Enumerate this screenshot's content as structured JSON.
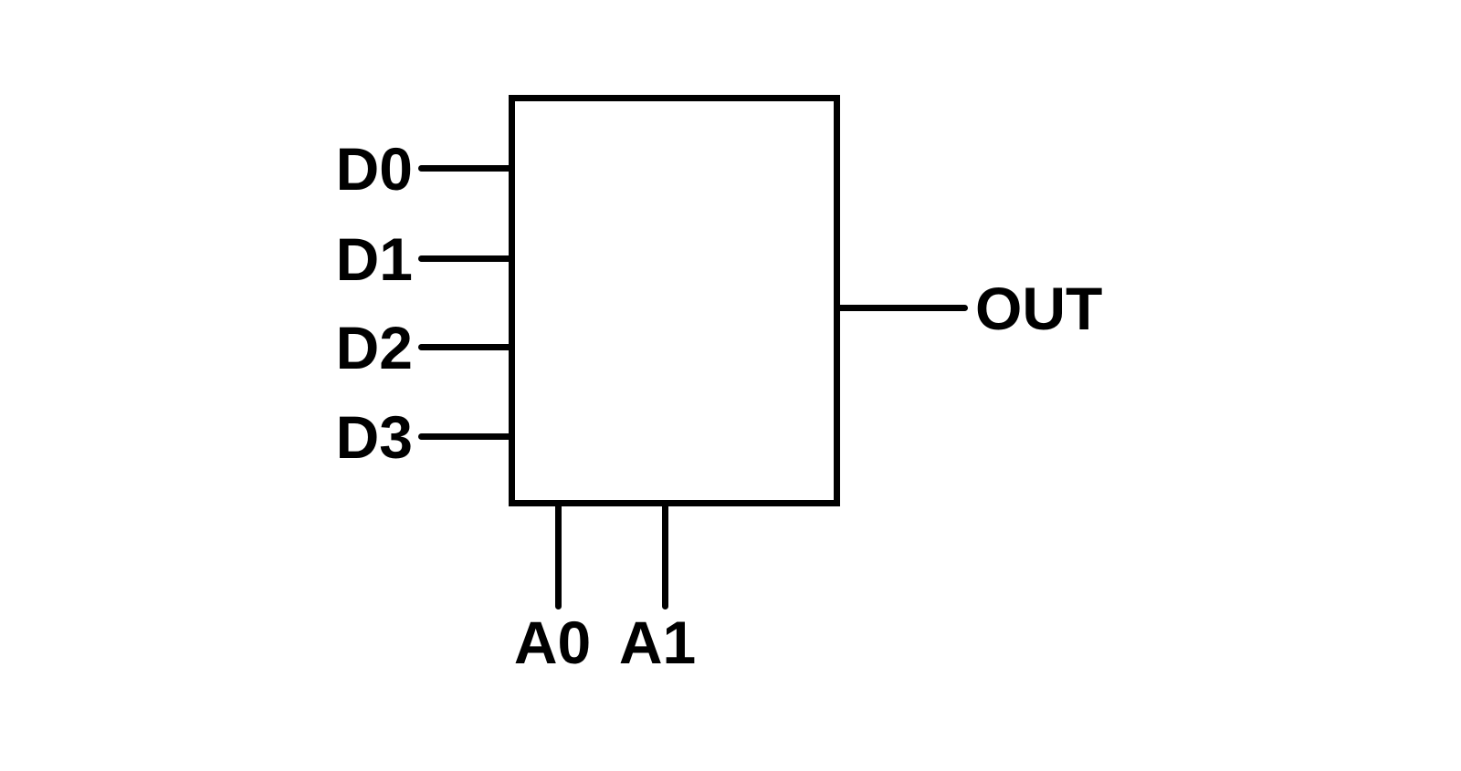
{
  "diagram": {
    "kind": "multiplexer-block-diagram",
    "description": "4-to-1 multiplexer: four data inputs on the left, two select lines on the bottom, one output on the right",
    "block": {
      "label": ""
    },
    "inputs": [
      {
        "label": "D0"
      },
      {
        "label": "D1"
      },
      {
        "label": "D2"
      },
      {
        "label": "D3"
      }
    ],
    "selects": [
      {
        "label": "A0"
      },
      {
        "label": "A1"
      }
    ],
    "output": {
      "label": "OUT"
    },
    "colors": {
      "stroke": "#000000",
      "background": "#ffffff"
    }
  }
}
